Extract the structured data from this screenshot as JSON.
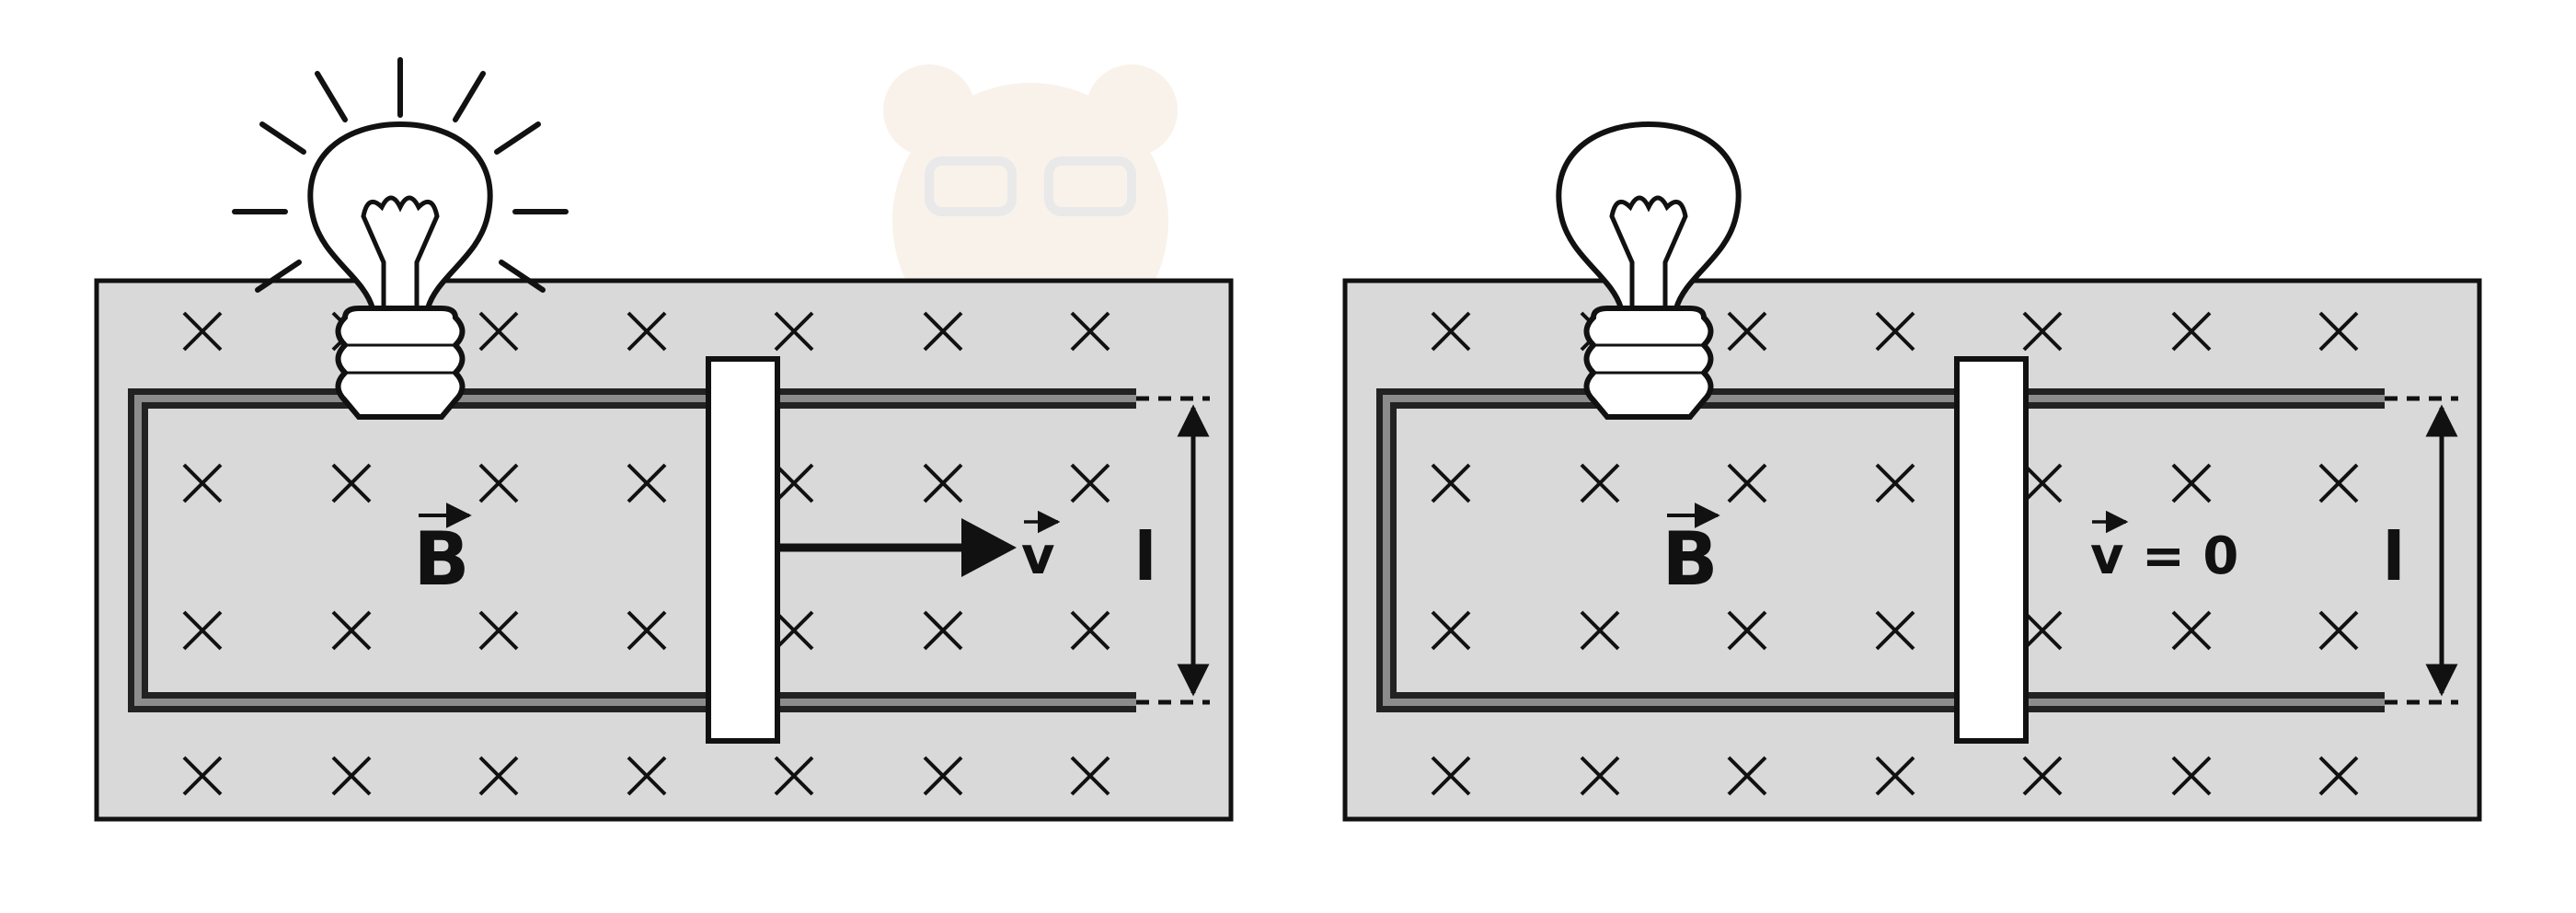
{
  "colors": {
    "field": "#d9d9d9",
    "rail_outer": "#222222",
    "rail_inner": "#8c8c8c",
    "ink": "#111111",
    "paper": "#ffffff"
  },
  "icons": {
    "field_marker": "cross-into-page-icon",
    "lamp": "light-bulb-icon",
    "watermark": "bear-logo-watermark"
  },
  "panels": [
    {
      "id": "left",
      "bulb_lit": true,
      "field_label": "B",
      "velocity_label": "v",
      "velocity_suffix": "",
      "velocity_arrow_shown": true,
      "length_label": "l"
    },
    {
      "id": "right",
      "bulb_lit": false,
      "field_label": "B",
      "velocity_label": "v",
      "velocity_suffix": " = 0",
      "velocity_arrow_shown": false,
      "length_label": "l"
    }
  ]
}
